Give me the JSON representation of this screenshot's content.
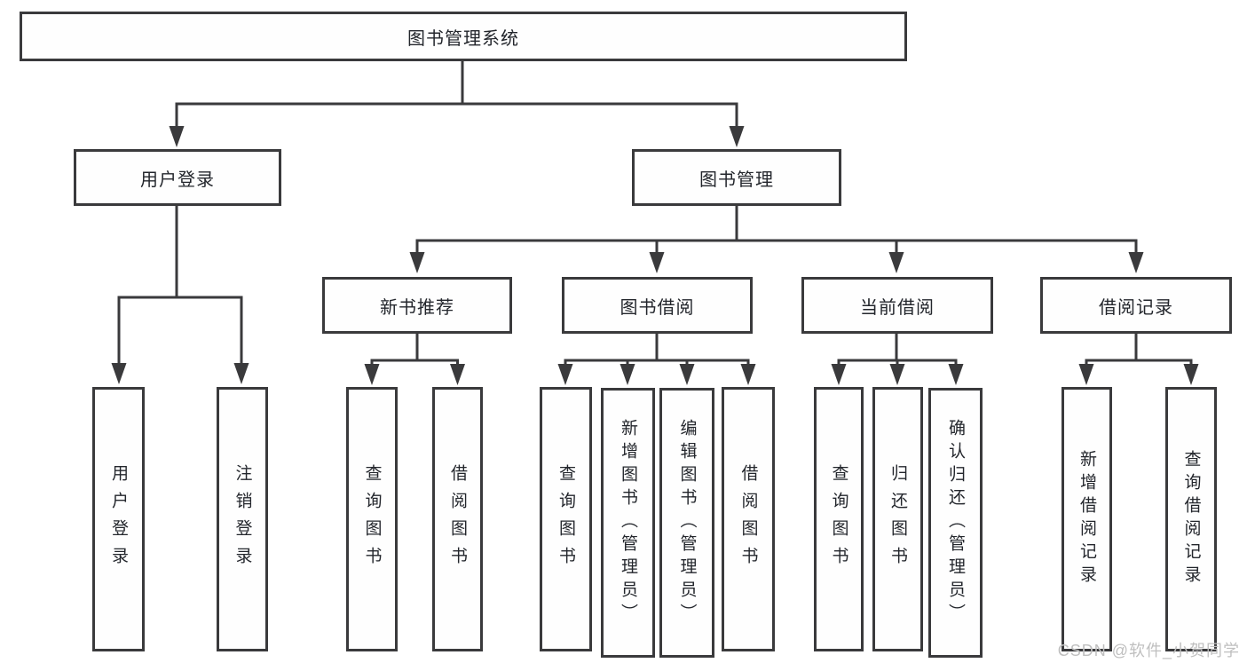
{
  "diagram": {
    "kind": "functional-structure-tree",
    "line_color": "#3a3a3c",
    "box_border_color": "#3a3a3c",
    "text_color": "#23262c",
    "background_color": "#ffffff"
  },
  "tree": {
    "label": "图书管理系统",
    "children": [
      {
        "label": "用户登录",
        "children": [
          {
            "label": "用户登录"
          },
          {
            "label": "注销登录"
          }
        ]
      },
      {
        "label": "图书管理",
        "children": [
          {
            "label": "新书推荐",
            "children": [
              {
                "label": "查询图书"
              },
              {
                "label": "借阅图书"
              }
            ]
          },
          {
            "label": "图书借阅",
            "children": [
              {
                "label": "查询图书"
              },
              {
                "label": "新增图书（管理员）"
              },
              {
                "label": "编辑图书（管理员）"
              },
              {
                "label": "借阅图书"
              }
            ]
          },
          {
            "label": "当前借阅",
            "children": [
              {
                "label": "查询图书"
              },
              {
                "label": "归还图书"
              },
              {
                "label": "确认归还（管理员）"
              }
            ]
          },
          {
            "label": "借阅记录",
            "children": [
              {
                "label": "新增借阅记录"
              },
              {
                "label": "查询借阅记录"
              }
            ]
          }
        ]
      }
    ]
  },
  "watermark": {
    "text": "CSDN @软件_小贺同学",
    "color": "#bfbfbf"
  }
}
